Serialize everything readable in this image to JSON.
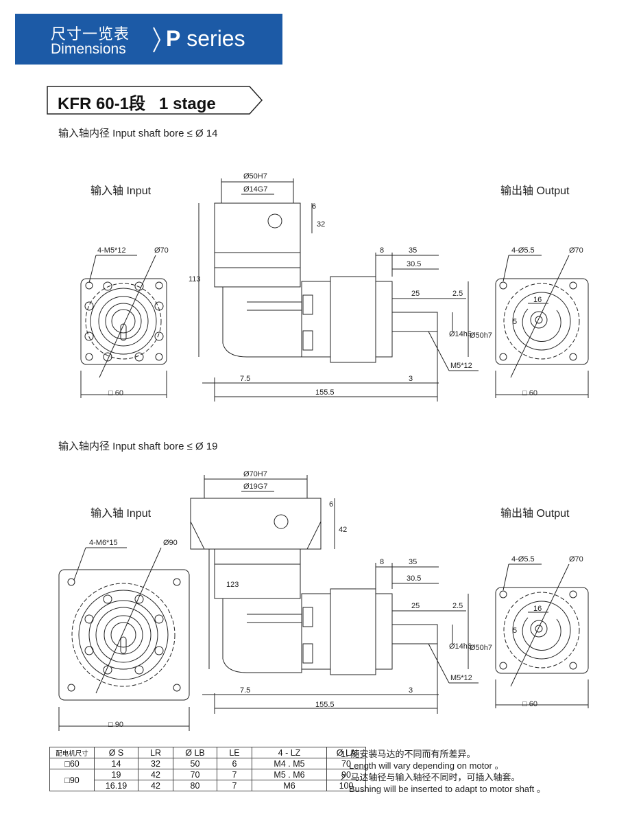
{
  "banner": {
    "cn": "尺寸一览表",
    "en": "Dimensions",
    "series_letter": "P",
    "series_word": "series"
  },
  "model": {
    "title": "KFR 60-1段",
    "stage": "1 stage"
  },
  "section1": {
    "subtitle": "输入轴内径 Input shaft bore ≤ Ø 14",
    "input_label": "输入轴  Input",
    "output_label": "输出轴  Output",
    "dims": {
      "bolt_in": "4-M5*12",
      "dia_in": "Ø70",
      "sq_in": "□ 60",
      "bore_h7": "Ø50H7",
      "bore_g7": "Ø14G7",
      "d6": "6",
      "d32": "32",
      "d113": "113",
      "d8": "8",
      "d35": "35",
      "d305": "30.5",
      "d25": "25",
      "d25b": "2.5",
      "shaft": "Ø14h6",
      "pilot": "Ø50h7",
      "thread": "M5*12",
      "d75": "7.5",
      "d3": "3",
      "len": "155.5",
      "bolt_out": "4-Ø5.5",
      "dia_out": "Ø70",
      "d16": "16",
      "d5": "5",
      "sq_out": "□ 60"
    }
  },
  "section2": {
    "subtitle": "输入轴内径 Input shaft bore ≤ Ø 19",
    "input_label": "输入轴  Input",
    "output_label": "输出轴  Output",
    "dims": {
      "bolt_in": "4-M6*15",
      "dia_in": "Ø90",
      "sq_in": "□ 90",
      "bore_h7": "Ø70H7",
      "bore_g7": "Ø19G7",
      "d6": "6",
      "d42": "42",
      "d123": "123",
      "d8": "8",
      "d35": "35",
      "d305": "30.5",
      "d25": "25",
      "d25b": "2.5",
      "shaft": "Ø14h6",
      "pilot": "Ø50h7",
      "thread": "M5*12",
      "d75": "7.5",
      "d3": "3",
      "len": "155.5",
      "bolt_out": "4-Ø5.5",
      "dia_out": "Ø70",
      "d16": "16",
      "d5": "5",
      "sq_out": "□ 60"
    }
  },
  "table": {
    "headers": [
      "配电机尺寸",
      "Ø S",
      "LR",
      "Ø LB",
      "LE",
      "4 - LZ",
      "Ø LA"
    ],
    "rows": [
      {
        "size": "□60",
        "s": "14",
        "lr": "32",
        "lb": "50",
        "le": "6",
        "lz": "M4 . M5",
        "la": "70"
      },
      {
        "size": "□90",
        "s": "19",
        "lr": "42",
        "lb": "70",
        "le": "7",
        "lz": "M5 . M6",
        "la": "90"
      },
      {
        "size": "",
        "s": "16.19",
        "lr": "42",
        "lb": "80",
        "le": "7",
        "lz": "M6",
        "la": "100"
      }
    ]
  },
  "notes": {
    "n1_cn": "1. 随安装马达的不同而有所差异。",
    "n1_en": "Length will vary depending on motor 。",
    "n2_cn": "2. 马达轴径与输入轴径不同时，可插入轴套。",
    "n2_en": "Bushing will be inserted to adapt to motor shaft 。"
  }
}
